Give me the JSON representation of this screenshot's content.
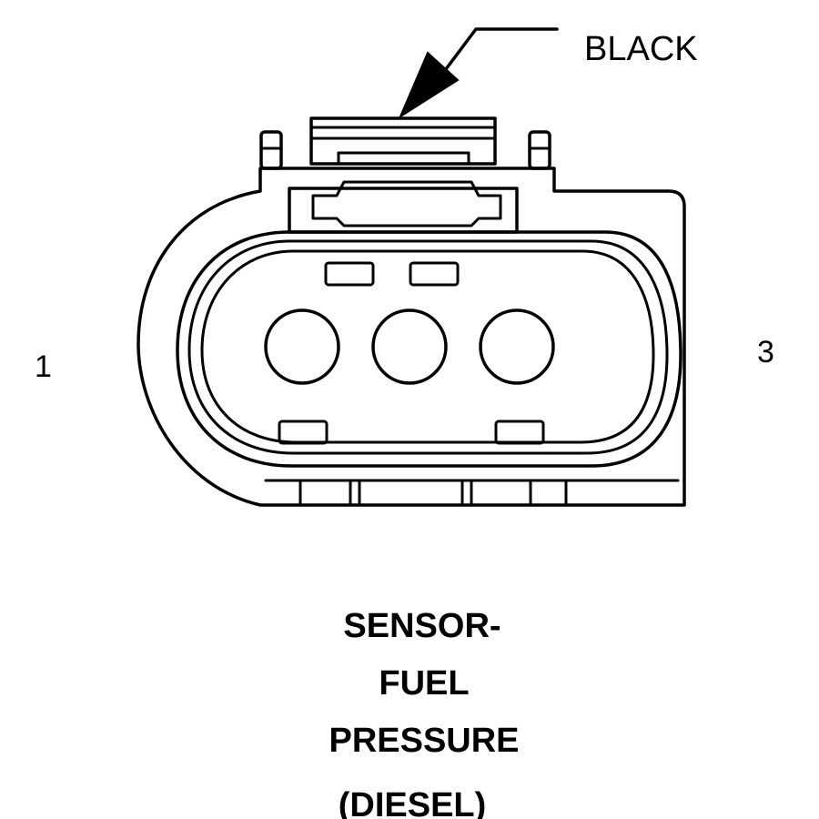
{
  "connector": {
    "wire_color_label": "BLACK",
    "pin_labels": {
      "left": "1",
      "right": "3"
    },
    "cavity_count": 3,
    "caption_lines": [
      "SENSOR-",
      "FUEL",
      "PRESSURE",
      "(DIESEL)"
    ]
  },
  "colors": {
    "line": "#000000",
    "background": "#ffffff"
  }
}
